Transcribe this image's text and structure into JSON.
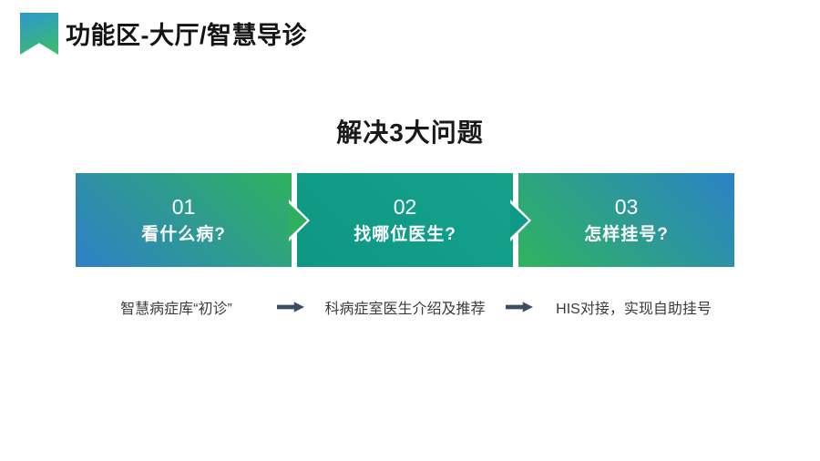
{
  "header": {
    "title": "功能区-大厅/智慧导诊",
    "icon": "bookmark-icon"
  },
  "main": {
    "heading": "解决3大问题",
    "steps": [
      {
        "number": "01",
        "label": "看什么病?",
        "note": "智慧病症库“初诊”"
      },
      {
        "number": "02",
        "label": "找哪位医生?",
        "note": "科病症室医生介绍及推荐"
      },
      {
        "number": "03",
        "label": "怎样挂号?",
        "note": "HIS对接，实现自助挂号"
      }
    ]
  },
  "colors": {
    "box1_gradient_from": "#2E80C7",
    "box1_gradient_to": "#2EB25F",
    "box2_gradient_from": "#0E9884",
    "box2_gradient_to": "#15A18B",
    "box3_gradient_from": "#2FB45E",
    "box3_gradient_to": "#2B82C7",
    "icon_gradient_from": "#2E9AC8",
    "icon_gradient_to": "#3BBB6E",
    "step_text": "#FFFFFF",
    "title_text": "#141414",
    "note_text": "#3B3B3B",
    "note_arrow": "#3D4D68",
    "background": "#FFFFFF"
  }
}
